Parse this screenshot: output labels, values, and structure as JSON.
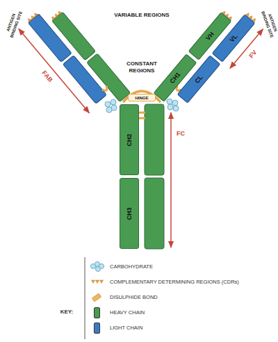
{
  "diagram": {
    "nodes": [
      {
        "text": [
          "VH"
        ]
      },
      {
        "text": [
          "CH1"
        ]
      },
      {
        "text": [
          "VL"
        ]
      },
      {
        "text": [
          "CL"
        ]
      },
      {
        "text": [
          "HINGE"
        ]
      },
      {
        "text": [
          "CH2"
        ]
      },
      {
        "text": [
          "CH3"
        ]
      }
    ],
    "labels": [
      "ANTIGEN BINDING SITE",
      "ANTIGEN BINDING SITE",
      "VARIABLE REGIONS",
      "CONSTANT REGIONS",
      "FAB",
      "FV",
      "FC",
      "KEY:"
    ],
    "legend": [
      {
        "text": "CARBOHYDRATE"
      },
      {
        "text": "COMPLEMENTARY DETERMINING REGIONS (CDRs)"
      },
      {
        "text": "DISULPHIDE BOND"
      },
      {
        "text": "HEAVY CHAIN",
        "color": "#4a9b52"
      },
      {
        "text": "LIGHT CHAIN",
        "color": "#3a7cc4"
      }
    ]
  }
}
